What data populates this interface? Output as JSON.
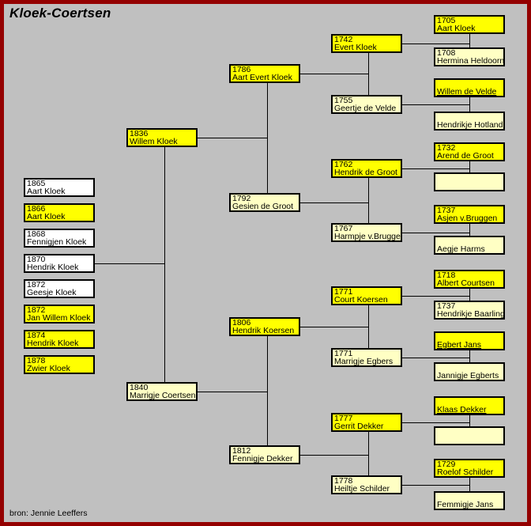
{
  "title": "Kloek-Coertsen",
  "footer": "bron: Jennie Leeffers",
  "colors": {
    "frame": "#940000",
    "canvas": "#c0c0c0",
    "box_yellow": "#ffff00",
    "box_pale_yellow": "#ffffc4",
    "box_white": "#ffffff",
    "line": "#000000",
    "text": "#000000"
  },
  "people": {
    "aart_kloek_1865": {
      "year": "1865",
      "name": "Aart Kloek",
      "shade": "white"
    },
    "aart_kloek_1866": {
      "year": "1866",
      "name": "Aart Kloek",
      "shade": "yellow"
    },
    "fennigjen_kloek": {
      "year": "1868",
      "name": "Fennigjen Kloek",
      "shade": "white"
    },
    "hendrik_kloek_1870": {
      "year": "1870",
      "name": "Hendrik Kloek",
      "shade": "white"
    },
    "geesje_kloek": {
      "year": "1872",
      "name": "Geesje Kloek",
      "shade": "white"
    },
    "jan_willem_kloek": {
      "year": "1872",
      "name": "Jan Willem Kloek",
      "shade": "yellow"
    },
    "hendrik_kloek_1874": {
      "year": "1874",
      "name": "Hendrik Kloek",
      "shade": "yellow"
    },
    "zwier_kloek": {
      "year": "1878",
      "name": "Zwier Kloek",
      "shade": "yellow"
    },
    "willem_kloek": {
      "year": "1836",
      "name": "Willem Kloek",
      "shade": "yellow"
    },
    "marrigje_coertsen": {
      "year": "1840",
      "name": "Marrigje Coertsen",
      "shade": "pale"
    },
    "aart_evert_kloek": {
      "year": "1786",
      "name": "Aart Evert Kloek",
      "shade": "yellow"
    },
    "gesien_de_groot": {
      "year": "1792",
      "name": "Gesien de Groot",
      "shade": "pale"
    },
    "hendrik_koersen": {
      "year": "1806",
      "name": "Hendrik Koersen",
      "shade": "yellow"
    },
    "fennigje_dekker": {
      "year": "1812",
      "name": "Fennigje Dekker",
      "shade": "pale"
    },
    "evert_kloek": {
      "year": "1742",
      "name": "Evert Kloek",
      "shade": "yellow"
    },
    "geertje_de_velde": {
      "year": "1755",
      "name": "Geertje de Velde",
      "shade": "pale"
    },
    "hendrik_de_groot": {
      "year": "1762",
      "name": "Hendrik de Groot",
      "shade": "yellow"
    },
    "harmpje_v_bruggen": {
      "year": "1767",
      "name": "Harmpje v.Bruggen",
      "shade": "pale"
    },
    "court_koersen": {
      "year": "1771",
      "name": "Court Koersen",
      "shade": "yellow"
    },
    "marrigje_egbers": {
      "year": "1771",
      "name": "Marrigje Egbers",
      "shade": "pale"
    },
    "gerrit_dekker": {
      "year": "1777",
      "name": "Gerrit Dekker",
      "shade": "yellow"
    },
    "heiltje_schilder": {
      "year": "1778",
      "name": "Heiltje Schilder",
      "shade": "pale"
    },
    "aart_kloek_1705": {
      "year": "1705",
      "name": "Aart Kloek",
      "shade": "yellow"
    },
    "hermina_heldoorn": {
      "year": "1708",
      "name": "Hermina Heldoorn",
      "shade": "pale"
    },
    "willem_de_velde": {
      "year": "",
      "name": "Willem de Velde",
      "shade": "yellow",
      "underline": true
    },
    "hendrikje_hotland": {
      "year": "",
      "name": "Hendrikje Hotland",
      "shade": "pale"
    },
    "arend_de_groot": {
      "year": "1732",
      "name": "Arend de Groot",
      "shade": "yellow"
    },
    "unknown_1": {
      "year": "",
      "name": "",
      "shade": "pale"
    },
    "asjen_v_bruggen": {
      "year": "1737",
      "name": "Asjen v.Bruggen",
      "shade": "yellow"
    },
    "aegje_harms": {
      "year": "",
      "name": "Aegje Harms",
      "shade": "pale"
    },
    "albert_courtsen": {
      "year": "1718",
      "name": "Albert Courtsen",
      "shade": "yellow"
    },
    "hendrikje_baarling": {
      "year": "1737",
      "name": "Hendrikje Baarling",
      "shade": "pale"
    },
    "egbert_jans": {
      "year": "",
      "name": "Egbert Jans",
      "shade": "yellow",
      "underline": true
    },
    "jannigje_egberts": {
      "year": "",
      "name": "Jannigje Egberts",
      "shade": "pale"
    },
    "klaas_dekker": {
      "year": "",
      "name": "Klaas Dekker",
      "shade": "yellow",
      "underline": true
    },
    "unknown_2": {
      "year": "",
      "name": "",
      "shade": "pale"
    },
    "roelof_schilder": {
      "year": "1729",
      "name": "Roelof Schilder",
      "shade": "yellow"
    },
    "femmigje_jans": {
      "year": "",
      "name": "Femmigje Jans",
      "shade": "pale"
    }
  }
}
